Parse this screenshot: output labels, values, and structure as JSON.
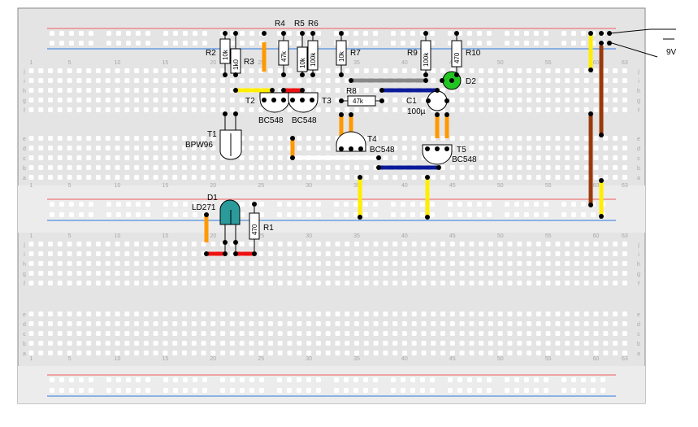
{
  "components": {
    "R2": {
      "ref": "R2",
      "value": "10k"
    },
    "R3": {
      "ref": "R3",
      "value": "1k0"
    },
    "R4": {
      "ref": "R4",
      "value": "47k"
    },
    "R5": {
      "ref": "R5",
      "value": "10k"
    },
    "R6": {
      "ref": "R6",
      "value": "100k"
    },
    "R7": {
      "ref": "R7",
      "value": "10k"
    },
    "R8": {
      "ref": "R8",
      "value": "47k"
    },
    "R9": {
      "ref": "R9",
      "value": "100k"
    },
    "R10": {
      "ref": "R10",
      "value": "470"
    },
    "R1": {
      "ref": "R1",
      "value": "470"
    },
    "T1": {
      "ref": "T1",
      "value": "BPW96"
    },
    "T2": {
      "ref": "T2",
      "value": "BC548"
    },
    "T3": {
      "ref": "T3",
      "value": "BC548"
    },
    "T4": {
      "ref": "T4",
      "value": "BC548"
    },
    "T5": {
      "ref": "T5",
      "value": "BC548"
    },
    "C1": {
      "ref": "C1",
      "value": "100µ"
    },
    "D1": {
      "ref": "D1",
      "value": "LD271"
    },
    "D2": {
      "ref": "D2"
    }
  },
  "battery": {
    "label": "9V"
  },
  "board": {
    "column_numbers": [
      "1",
      "5",
      "10",
      "15",
      "20",
      "25",
      "30",
      "35",
      "40",
      "45",
      "50",
      "55",
      "60",
      "63"
    ],
    "row_letters_top": [
      "j",
      "i",
      "h",
      "g",
      "f"
    ],
    "row_letters_bottom": [
      "e",
      "d",
      "c",
      "b",
      "a"
    ]
  },
  "colors": {
    "board": "#e4e4e4",
    "hole": "#ffffff",
    "rail_red": "#ee7777",
    "rail_blue": "#4f8fe0",
    "wire_yellow": "#ffee00",
    "wire_red": "#ee1111",
    "wire_orange": "#ff9900",
    "wire_blue": "#0a1a9a",
    "wire_gray": "#888888",
    "wire_brown": "#9a3a0a",
    "wire_white": "#ffffff",
    "led_green": "#22c422",
    "ir_led": "#2a9a9a"
  }
}
